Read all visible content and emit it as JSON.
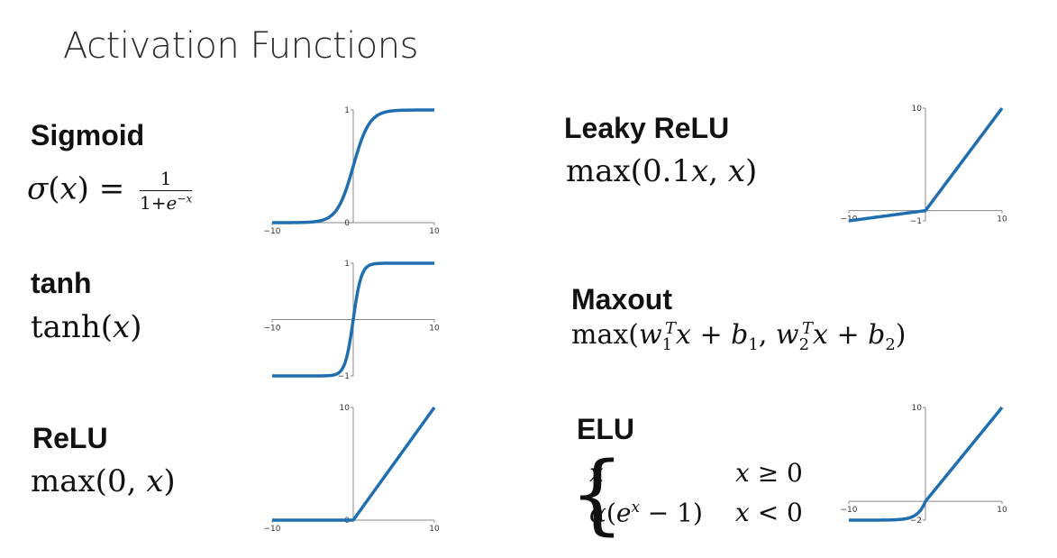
{
  "title": "Activation Functions",
  "accent_color": "#1f6fb0",
  "functions": {
    "sigmoid": {
      "name": "Sigmoid"
    },
    "tanh": {
      "name": "tanh"
    },
    "relu": {
      "name": "ReLU"
    },
    "leaky": {
      "name": "Leaky ReLU"
    },
    "maxout": {
      "name": "Maxout"
    },
    "elu": {
      "name": "ELU"
    }
  },
  "chart_data": [
    {
      "id": "sigmoid",
      "type": "line",
      "function": "sigmoid",
      "xlim": [
        -10,
        10
      ],
      "ylim": [
        0,
        1
      ],
      "xticks": [
        {
          "v": -10,
          "label": "−10"
        },
        {
          "v": 10,
          "label": "10"
        }
      ],
      "yticks": [
        {
          "v": 0,
          "label": "0"
        },
        {
          "v": 1,
          "label": "1"
        }
      ]
    },
    {
      "id": "tanh",
      "type": "line",
      "function": "tanh",
      "xlim": [
        -10,
        10
      ],
      "ylim": [
        -1,
        1
      ],
      "xticks": [
        {
          "v": -10,
          "label": "−10"
        },
        {
          "v": 10,
          "label": "10"
        }
      ],
      "yticks": [
        {
          "v": -1,
          "label": "−1"
        },
        {
          "v": 1,
          "label": "1"
        }
      ]
    },
    {
      "id": "relu",
      "type": "line",
      "function": "relu",
      "xlim": [
        -10,
        10
      ],
      "ylim": [
        0,
        10
      ],
      "xticks": [
        {
          "v": -10,
          "label": "−10"
        },
        {
          "v": 10,
          "label": "10"
        }
      ],
      "yticks": [
        {
          "v": 0,
          "label": "0"
        },
        {
          "v": 10,
          "label": "10"
        }
      ]
    },
    {
      "id": "leaky",
      "type": "line",
      "function": "leaky_relu",
      "alpha": 0.1,
      "xlim": [
        -10,
        10
      ],
      "ylim": [
        -1,
        10
      ],
      "xticks": [
        {
          "v": -10,
          "label": "−10"
        },
        {
          "v": 10,
          "label": "10"
        }
      ],
      "yticks": [
        {
          "v": -1,
          "label": "−1"
        },
        {
          "v": 10,
          "label": "10"
        }
      ]
    },
    {
      "id": "elu",
      "type": "line",
      "function": "elu",
      "alpha": 2,
      "xlim": [
        -10,
        10
      ],
      "ylim": [
        -2,
        10
      ],
      "xticks": [
        {
          "v": -10,
          "label": "−10"
        },
        {
          "v": 10,
          "label": "10"
        }
      ],
      "yticks": [
        {
          "v": -2,
          "label": "−2"
        },
        {
          "v": 10,
          "label": "10"
        }
      ]
    }
  ]
}
